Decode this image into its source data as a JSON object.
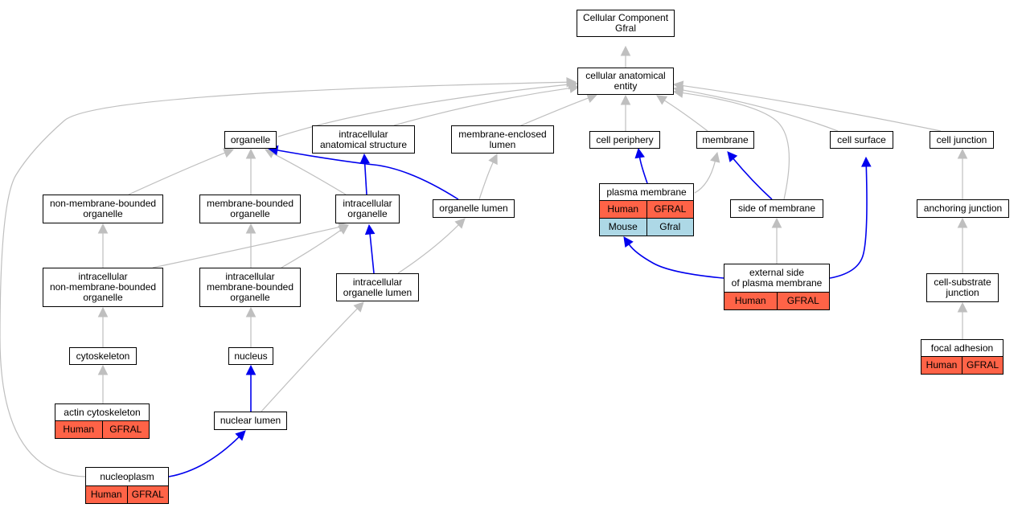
{
  "colors": {
    "is_a_edge": "#bfbfbf",
    "part_of_edge": "#0000ee",
    "human_fill": "#ff6347",
    "mouse_fill": "#add8e6"
  },
  "nodes": [
    {
      "id": "cellular_component",
      "label": "Cellular Component\nGfral"
    },
    {
      "id": "cellular_anatomical_entity",
      "label": "cellular anatomical\nentity"
    },
    {
      "id": "organelle",
      "label": "organelle"
    },
    {
      "id": "intracellular_anatomical_structure",
      "label": "intracellular\nanatomical structure"
    },
    {
      "id": "membrane_enclosed_lumen",
      "label": "membrane-enclosed\nlumen"
    },
    {
      "id": "cell_periphery",
      "label": "cell periphery"
    },
    {
      "id": "membrane",
      "label": "membrane"
    },
    {
      "id": "cell_surface",
      "label": "cell surface"
    },
    {
      "id": "cell_junction",
      "label": "cell junction"
    },
    {
      "id": "non_membrane_bounded_organelle",
      "label": "non-membrane-bounded\norganelle"
    },
    {
      "id": "membrane_bounded_organelle",
      "label": "membrane-bounded\norganelle"
    },
    {
      "id": "intracellular_organelle",
      "label": "intracellular\norganelle"
    },
    {
      "id": "organelle_lumen",
      "label": "organelle lumen"
    },
    {
      "id": "plasma_membrane",
      "label": "plasma membrane",
      "annotations": [
        {
          "species": "Human",
          "gene": "GFRAL"
        },
        {
          "species": "Mouse",
          "gene": "Gfral"
        }
      ]
    },
    {
      "id": "side_of_membrane",
      "label": "side of membrane"
    },
    {
      "id": "anchoring_junction",
      "label": "anchoring junction"
    },
    {
      "id": "intracellular_non_membrane_bounded_organelle",
      "label": "intracellular\nnon-membrane-bounded\norganelle"
    },
    {
      "id": "intracellular_membrane_bounded_organelle",
      "label": "intracellular\nmembrane-bounded\norganelle"
    },
    {
      "id": "intracellular_organelle_lumen",
      "label": "intracellular\norganelle lumen"
    },
    {
      "id": "external_side_of_plasma_membrane",
      "label": "external side\nof plasma membrane",
      "annotations": [
        {
          "species": "Human",
          "gene": "GFRAL"
        }
      ]
    },
    {
      "id": "cell_substrate_junction",
      "label": "cell-substrate\njunction"
    },
    {
      "id": "cytoskeleton",
      "label": "cytoskeleton"
    },
    {
      "id": "nucleus",
      "label": "nucleus"
    },
    {
      "id": "focal_adhesion",
      "label": "focal adhesion",
      "annotations": [
        {
          "species": "Human",
          "gene": "GFRAL"
        }
      ]
    },
    {
      "id": "actin_cytoskeleton",
      "label": "actin cytoskeleton",
      "annotations": [
        {
          "species": "Human",
          "gene": "GFRAL"
        }
      ]
    },
    {
      "id": "nuclear_lumen",
      "label": "nuclear lumen"
    },
    {
      "id": "nucleoplasm",
      "label": "nucleoplasm",
      "annotations": [
        {
          "species": "Human",
          "gene": "GFRAL"
        }
      ]
    }
  ],
  "edges": [
    {
      "from": "cellular_anatomical_entity",
      "to": "cellular_component",
      "type": "is_a"
    },
    {
      "from": "organelle",
      "to": "cellular_anatomical_entity",
      "type": "is_a"
    },
    {
      "from": "intracellular_anatomical_structure",
      "to": "cellular_anatomical_entity",
      "type": "is_a"
    },
    {
      "from": "membrane_enclosed_lumen",
      "to": "cellular_anatomical_entity",
      "type": "is_a"
    },
    {
      "from": "cell_periphery",
      "to": "cellular_anatomical_entity",
      "type": "is_a"
    },
    {
      "from": "membrane",
      "to": "cellular_anatomical_entity",
      "type": "is_a"
    },
    {
      "from": "cell_surface",
      "to": "cellular_anatomical_entity",
      "type": "is_a"
    },
    {
      "from": "cell_junction",
      "to": "cellular_anatomical_entity",
      "type": "is_a"
    },
    {
      "from": "side_of_membrane",
      "to": "cellular_anatomical_entity",
      "type": "is_a"
    },
    {
      "from": "nucleoplasm",
      "to": "cellular_anatomical_entity",
      "type": "is_a"
    },
    {
      "from": "non_membrane_bounded_organelle",
      "to": "organelle",
      "type": "is_a"
    },
    {
      "from": "membrane_bounded_organelle",
      "to": "organelle",
      "type": "is_a"
    },
    {
      "from": "intracellular_organelle",
      "to": "organelle",
      "type": "is_a"
    },
    {
      "from": "intracellular_organelle",
      "to": "intracellular_anatomical_structure",
      "type": "part_of"
    },
    {
      "from": "organelle_lumen",
      "to": "organelle",
      "type": "part_of"
    },
    {
      "from": "organelle_lumen",
      "to": "membrane_enclosed_lumen",
      "type": "is_a"
    },
    {
      "from": "plasma_membrane",
      "to": "cell_periphery",
      "type": "part_of"
    },
    {
      "from": "plasma_membrane",
      "to": "membrane",
      "type": "is_a"
    },
    {
      "from": "side_of_membrane",
      "to": "membrane",
      "type": "part_of"
    },
    {
      "from": "anchoring_junction",
      "to": "cell_junction",
      "type": "is_a"
    },
    {
      "from": "intracellular_non_membrane_bounded_organelle",
      "to": "non_membrane_bounded_organelle",
      "type": "is_a"
    },
    {
      "from": "intracellular_non_membrane_bounded_organelle",
      "to": "intracellular_organelle",
      "type": "is_a"
    },
    {
      "from": "intracellular_membrane_bounded_organelle",
      "to": "membrane_bounded_organelle",
      "type": "is_a"
    },
    {
      "from": "intracellular_membrane_bounded_organelle",
      "to": "intracellular_organelle",
      "type": "is_a"
    },
    {
      "from": "intracellular_organelle_lumen",
      "to": "intracellular_organelle",
      "type": "part_of"
    },
    {
      "from": "intracellular_organelle_lumen",
      "to": "organelle_lumen",
      "type": "is_a"
    },
    {
      "from": "external_side_of_plasma_membrane",
      "to": "plasma_membrane",
      "type": "part_of"
    },
    {
      "from": "external_side_of_plasma_membrane",
      "to": "side_of_membrane",
      "type": "is_a"
    },
    {
      "from": "external_side_of_plasma_membrane",
      "to": "cell_surface",
      "type": "part_of"
    },
    {
      "from": "cell_substrate_junction",
      "to": "anchoring_junction",
      "type": "is_a"
    },
    {
      "from": "focal_adhesion",
      "to": "cell_substrate_junction",
      "type": "is_a"
    },
    {
      "from": "cytoskeleton",
      "to": "intracellular_non_membrane_bounded_organelle",
      "type": "is_a"
    },
    {
      "from": "actin_cytoskeleton",
      "to": "cytoskeleton",
      "type": "is_a"
    },
    {
      "from": "nucleus",
      "to": "intracellular_membrane_bounded_organelle",
      "type": "is_a"
    },
    {
      "from": "nuclear_lumen",
      "to": "nucleus",
      "type": "part_of"
    },
    {
      "from": "nuclear_lumen",
      "to": "intracellular_organelle_lumen",
      "type": "is_a"
    },
    {
      "from": "nucleoplasm",
      "to": "nuclear_lumen",
      "type": "part_of"
    }
  ]
}
